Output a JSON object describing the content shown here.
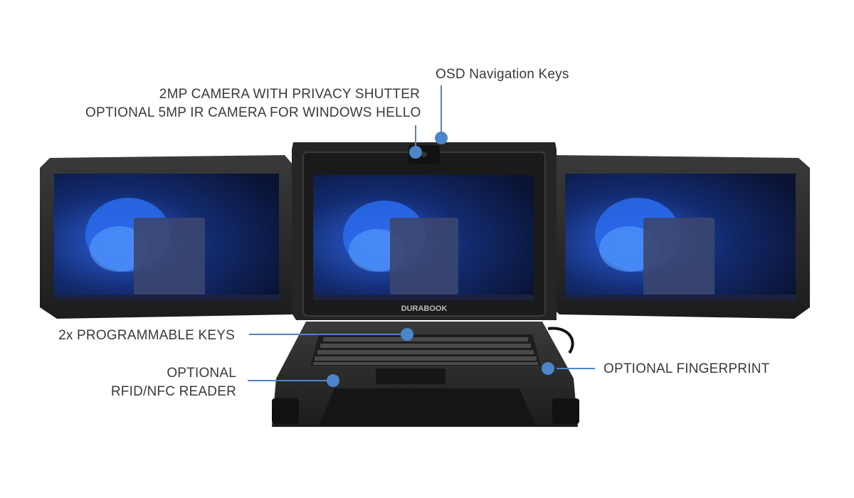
{
  "brand": {
    "logo_text": "DURABOOK"
  },
  "callouts": {
    "osd": {
      "lines": [
        "OSD Navigation Keys"
      ]
    },
    "camera": {
      "lines": [
        "2MP CAMERA WITH PRIVACY SHUTTER",
        "OPTIONAL 5MP IR CAMERA FOR WINDOWS HELLO"
      ]
    },
    "programmable": {
      "lines": [
        "2x PROGRAMMABLE KEYS"
      ]
    },
    "fingerprint": {
      "lines": [
        "OPTIONAL FINGERPRINT"
      ]
    },
    "rfid": {
      "lines": [
        "OPTIONAL",
        "RFID/NFC READER"
      ]
    }
  },
  "colors": {
    "callout_line": "#4a86c8",
    "device_body": "#2b2b2b",
    "screen_bg": "#0d1b4c",
    "bloom": "#1f5fe0"
  }
}
